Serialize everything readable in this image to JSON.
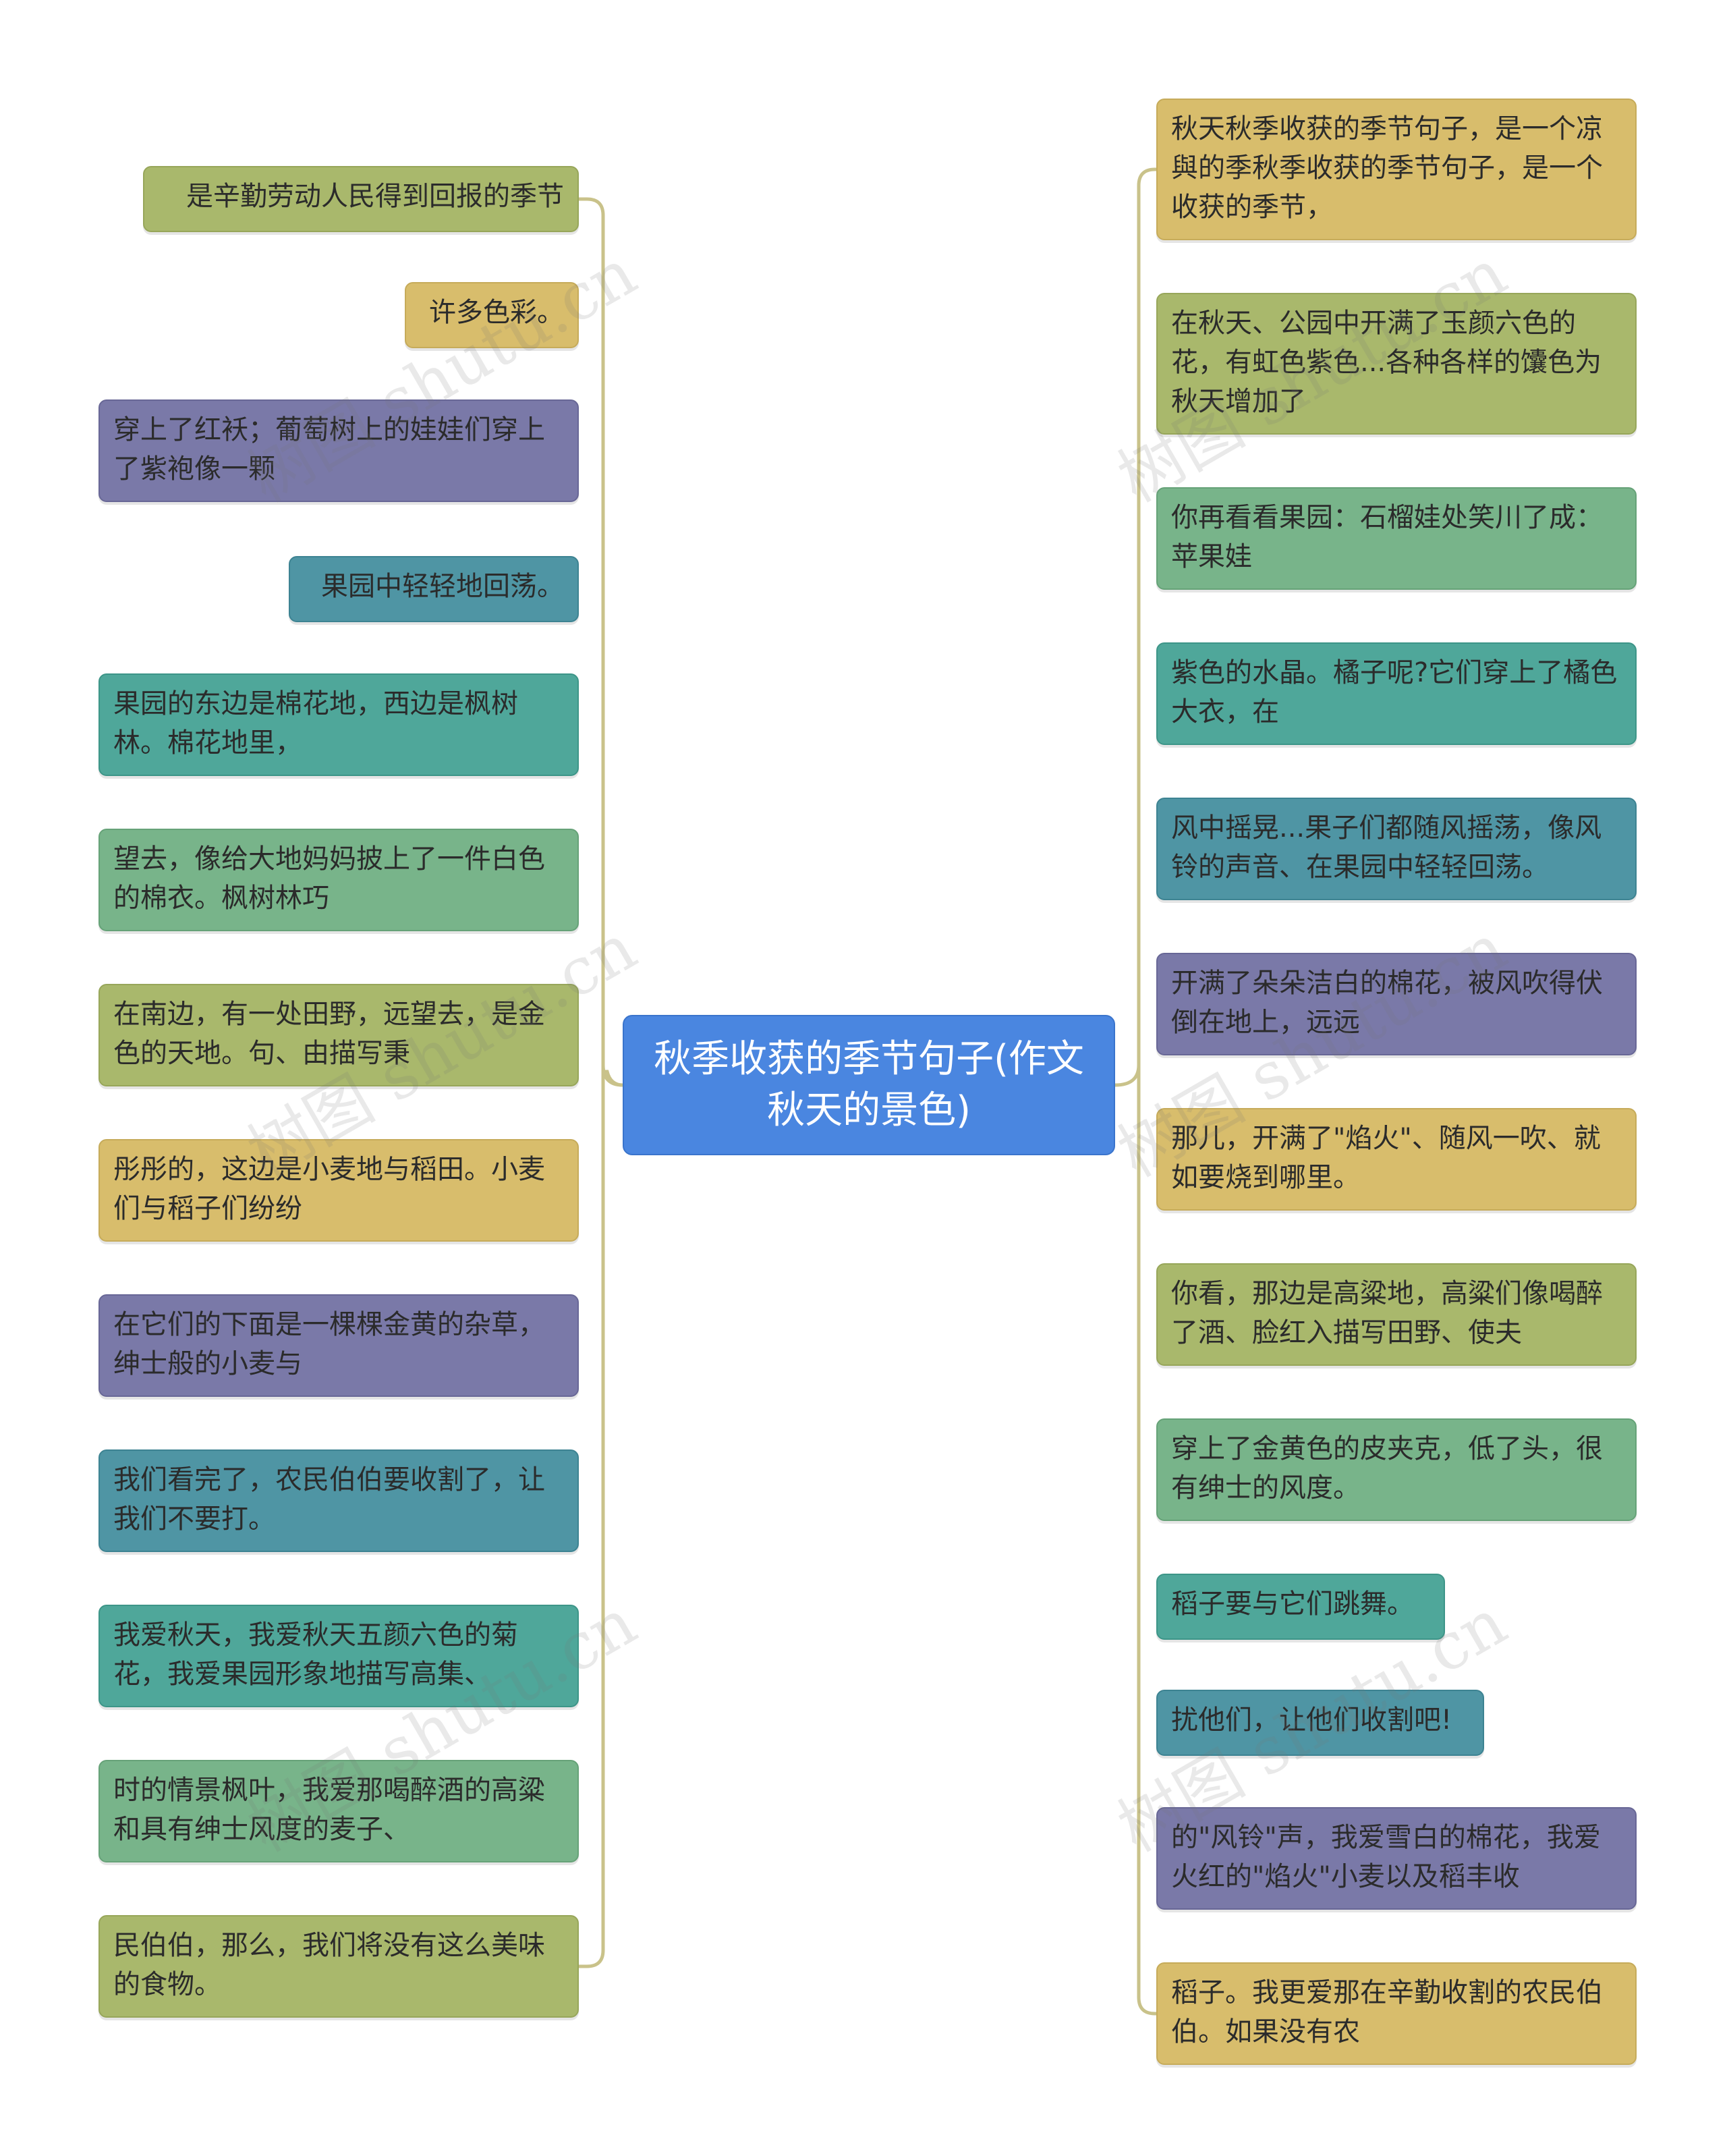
{
  "center": {
    "title": "秋季收获的季节句子(作文秋天的景色)"
  },
  "colors": {
    "olive": "#a9b86c",
    "mustard": "#d8bd6c",
    "purple": "#7a79a8",
    "teal_blue": "#4f95a4",
    "teal": "#4fa79a",
    "green": "#78b48a",
    "center": "#4a86e0",
    "connector": "#c9c28a"
  },
  "left_nodes": [
    {
      "text": "是辛勤劳动人民得到回报的季节",
      "color": "olive"
    },
    {
      "text": "许多色彩。",
      "color": "mustard"
    },
    {
      "text": "穿上了红袄；葡萄树上的娃娃们穿上了紫袍像一颗",
      "color": "purple"
    },
    {
      "text": "果园中轻轻地回荡。",
      "color": "teal_blue"
    },
    {
      "text": "果园的东边是棉花地，西边是枫树林。棉花地里，",
      "color": "teal"
    },
    {
      "text": "望去，像给大地妈妈披上了一件白色的棉衣。枫树林巧",
      "color": "green"
    },
    {
      "text": "在南边，有一处田野，远望去，是金色的天地。句、由描写秉",
      "color": "olive"
    },
    {
      "text": "彤彤的，这边是小麦地与稻田。小麦们与稻子们纷纷",
      "color": "mustard"
    },
    {
      "text": "在它们的下面是一棵棵金黄的杂草，绅士般的小麦与",
      "color": "purple"
    },
    {
      "text": "我们看完了，农民伯伯要收割了，让我们不要打。",
      "color": "teal_blue"
    },
    {
      "text": "我爱秋天，我爱秋天五颜六色的菊花，我爱果园形象地描写高集、",
      "color": "teal"
    },
    {
      "text": "时的情景枫叶，我爱那喝醉酒的高粱和具有绅士风度的麦子、",
      "color": "green"
    },
    {
      "text": "民伯伯，那么，我们将没有这么美味的食物。",
      "color": "olive"
    }
  ],
  "right_nodes": [
    {
      "text": "秋天秋季收获的季节句子，是一个凉與的季秋季收获的季节句子，是一个收获的季节，",
      "color": "mustard"
    },
    {
      "text": "在秋天、公园中开满了玉颜六色的花，有虹色紫色...各种各样的馕色为秋天增加了",
      "color": "olive"
    },
    {
      "text": "你再看看果园：石榴娃处笑川了成：苹果娃",
      "color": "green"
    },
    {
      "text": "紫色的水晶。橘子呢?它们穿上了橘色大衣，在",
      "color": "teal"
    },
    {
      "text": "风中摇晃...果子们都随风摇荡，像风铃的声音、在果园中轻轻回荡。",
      "color": "teal_blue"
    },
    {
      "text": "开满了朵朵洁白的棉花，被风吹得伏倒在地上，远远",
      "color": "purple"
    },
    {
      "text": "那儿，开满了\"焰火\"、随风一吹、就如要烧到哪里。",
      "color": "mustard"
    },
    {
      "text": "你看，那边是高粱地，高粱们像喝醉了酒、脸红入描写田野、使夫",
      "color": "olive"
    },
    {
      "text": "穿上了金黄色的皮夹克，低了头，很有绅士的风度。",
      "color": "green"
    },
    {
      "text": "稻子要与它们跳舞。",
      "color": "teal"
    },
    {
      "text": "扰他们，让他们收割吧!",
      "color": "teal_blue"
    },
    {
      "text": "的\"风铃\"声，我爱雪白的棉花，我爱火红的\"焰火\"小麦以及稻丰收",
      "color": "purple"
    },
    {
      "text": "稻子。我更爱那在辛勤收割的农民伯伯。如果没有农",
      "color": "mustard"
    }
  ],
  "watermark": {
    "text": "树图 shutu.cn"
  }
}
